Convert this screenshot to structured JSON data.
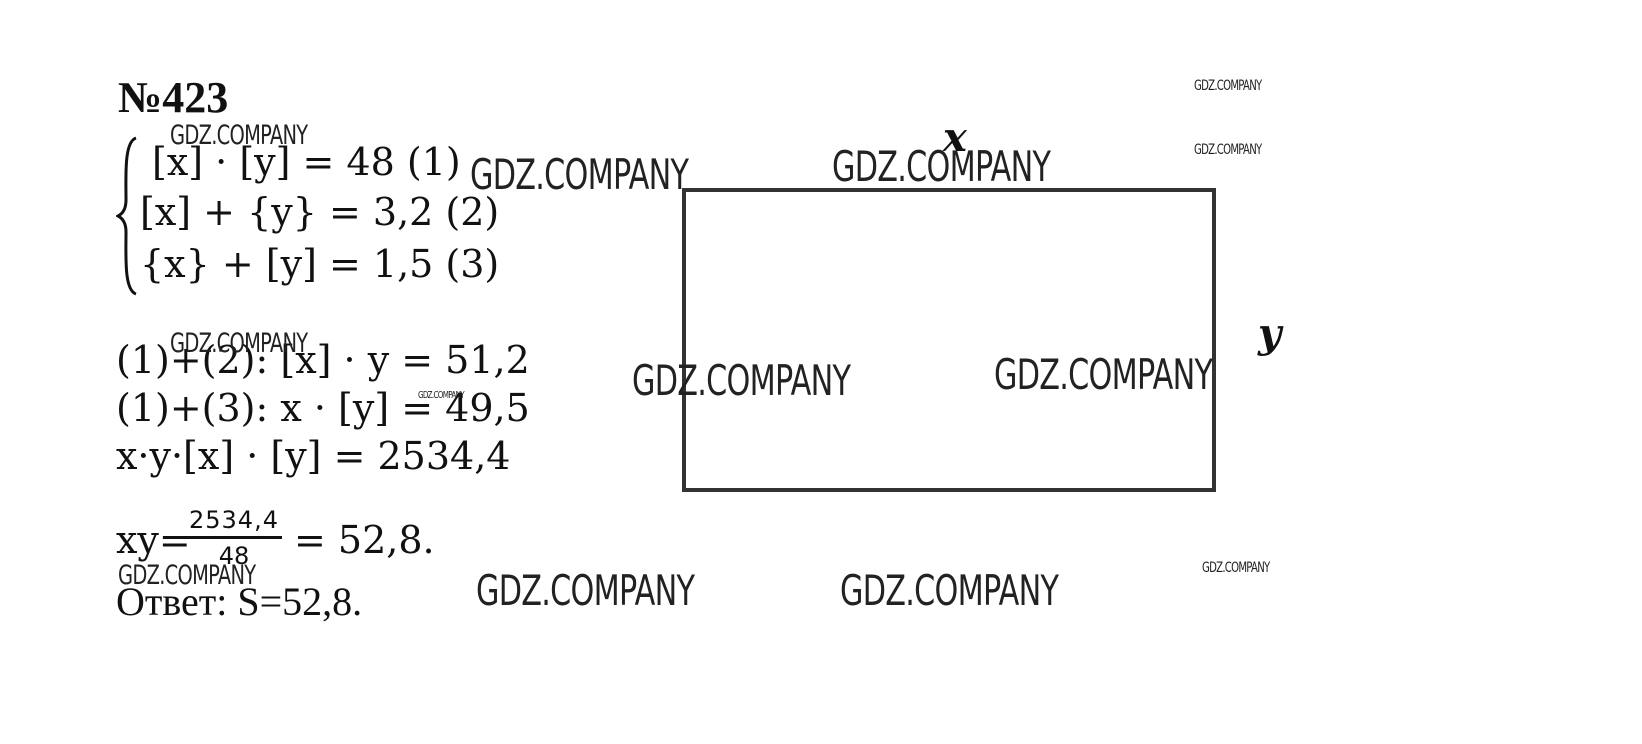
{
  "problem_number": "№423",
  "system": [
    "[x] · [y] = 48  (1)",
    "[x] + {y} = 3,2 (2)",
    "{x} + [y] = 1,5 (3)"
  ],
  "steps": [
    "(1)+(2): [x] · y = 51,2",
    "(1)+(3): x · [y] = 49,5",
    "x·y·[x] · [y] = 2534,4"
  ],
  "fraction": {
    "prefix": "xy=",
    "numerator": "2534,4",
    "denominator": "48",
    "suffix": "= 52,8."
  },
  "answer": "Ответ: S=52,8.",
  "figure": {
    "side_top_label": "x",
    "side_right_label": "y"
  },
  "watermark": "GDZ.COMPANY"
}
